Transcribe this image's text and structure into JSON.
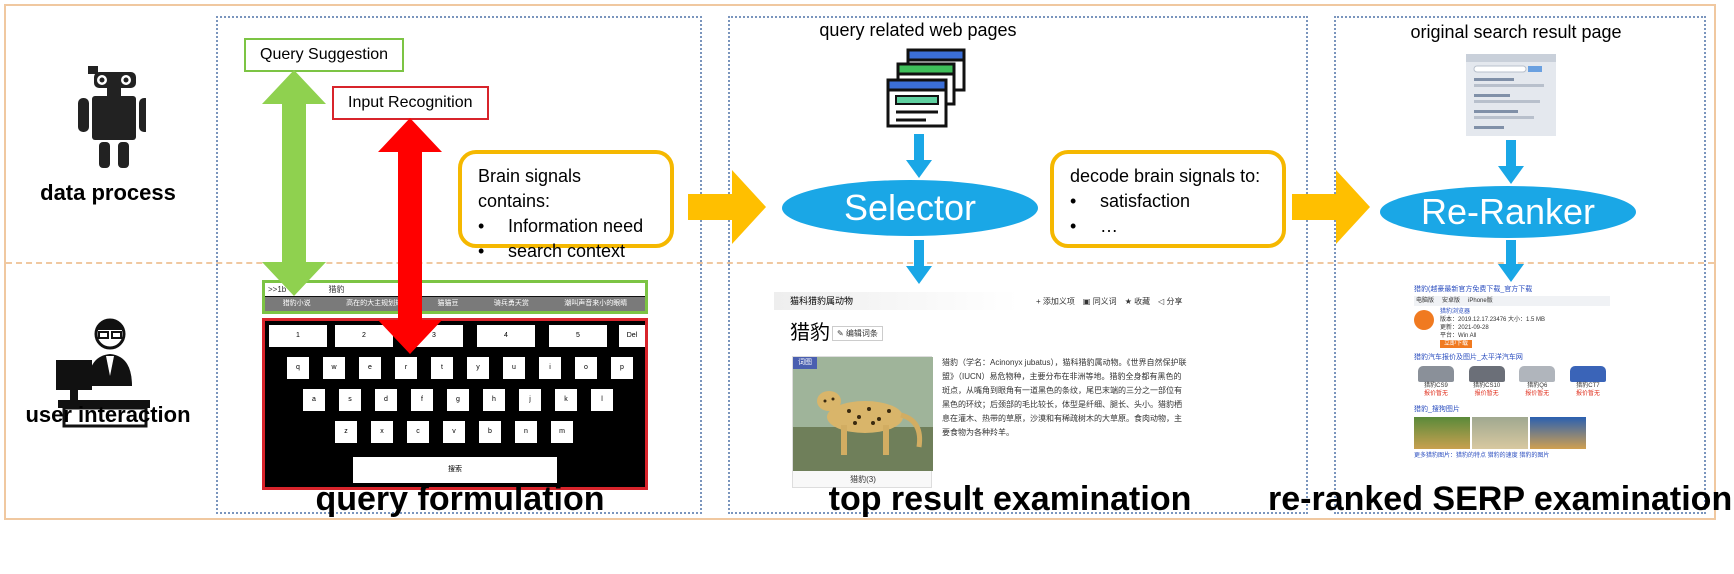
{
  "rows": {
    "top": "data process",
    "bottom": "user interaction"
  },
  "columns": {
    "query_formulation": "query formulation",
    "top_result": "top result examination",
    "rerank": "re-ranked SERP examination"
  },
  "labels": {
    "query_suggestion": "Query Suggestion",
    "input_recognition": "Input Recognition",
    "query_related": "query related web pages",
    "original_serp": "original search result page",
    "selector": "Selector",
    "reranker": "Re-Ranker"
  },
  "callouts": {
    "brain": {
      "title": "Brain signals contains:",
      "items": [
        "Information need",
        "search context"
      ]
    },
    "decode": {
      "title": "decode brain signals to:",
      "items": [
        "satisfaction",
        "…"
      ]
    }
  },
  "keyboard": {
    "input_prefix": ">>1b",
    "input_value": "猎豹",
    "suggestions": [
      "猎豹小说",
      "高在的大主规划规",
      "猫猫豆",
      "骑兵勇天赏",
      "潮叫声音来小的眼睛"
    ],
    "number_row": [
      "1",
      "2",
      "3",
      "4",
      "5",
      "Del"
    ],
    "row1": [
      "q",
      "w",
      "e",
      "r",
      "t",
      "y",
      "u",
      "i",
      "o",
      "p"
    ],
    "row2": [
      "a",
      "s",
      "d",
      "f",
      "g",
      "h",
      "j",
      "k",
      "l"
    ],
    "row3": [
      "z",
      "x",
      "c",
      "v",
      "b",
      "n",
      "m"
    ],
    "search": "搜索"
  },
  "result_page": {
    "header": "猫科猎豹属动物",
    "tools": [
      "+ 添加义项",
      "▣ 同义词",
      "★ 收藏",
      "◁ 分享"
    ],
    "title": "猎豹",
    "edit": "✎ 编辑词条",
    "image_tag": "词图",
    "image_caption": "猎豹(3)",
    "paragraph": "猎豹（学名：Acinonyx jubatus），猫科猎豹属动物。《世界自然保护联盟》（IUCN）易危物种，主要分布在非洲等地。猎豹全身都有黑色的斑点，从嘴角到眼角有一道黑色的条纹，尾巴末端的三分之一部位有黑色的环纹；后颈部的毛比较长，体型是纤细、腿长、头小。猎豹栖息在灌木、热带的草原，沙漠和有稀疏树木的大草原。食肉动物，主要食物为各种羚羊。"
  },
  "serp": {
    "top_link": "猎豹(越豪最新官方免费下载_官方下载",
    "tabs": [
      "电脑版",
      "安卓版",
      "iPhone版"
    ],
    "line1": "猎豹浏览器",
    "line2": "版本：2019.12.17.23476  大小：1.5 MB",
    "line3": "更新：2021-09-28",
    "line4": "平台：Win All",
    "download": "立即下载",
    "result2": "猎豹汽车报价及图片_太平洋汽车网",
    "car_labels": [
      "猎豹CS9",
      "猎豹CS10",
      "猎豹Q6",
      "猎豹CT7"
    ],
    "car_sub": "报价暂无",
    "result3": "猎豹_搜狗图片",
    "foot": "更多猎豹图片：猎豹的特点 猎豹的速度 猎豹的图片"
  }
}
